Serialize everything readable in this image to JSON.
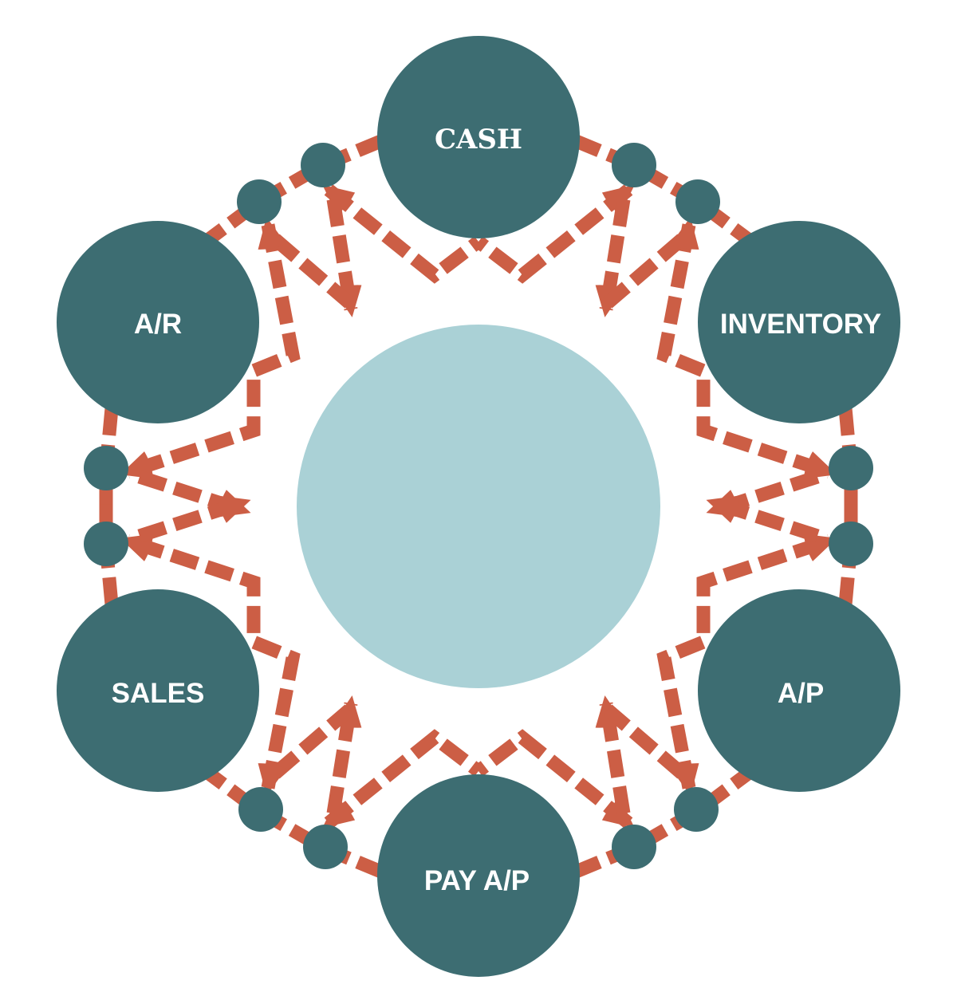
{
  "diagram": {
    "nodes": [
      {
        "id": "cash",
        "label": "CASH"
      },
      {
        "id": "inventory",
        "label": "INVENTORY"
      },
      {
        "id": "ap",
        "label": "A/P"
      },
      {
        "id": "pay_ap",
        "label": "PAY A/P"
      },
      {
        "id": "sales",
        "label": "SALES"
      },
      {
        "id": "ar",
        "label": "A/R"
      }
    ],
    "colors": {
      "node": "#3d6d72",
      "center": "#aad1d6",
      "connector": "#cc5e45",
      "label": "#ffffff"
    }
  }
}
